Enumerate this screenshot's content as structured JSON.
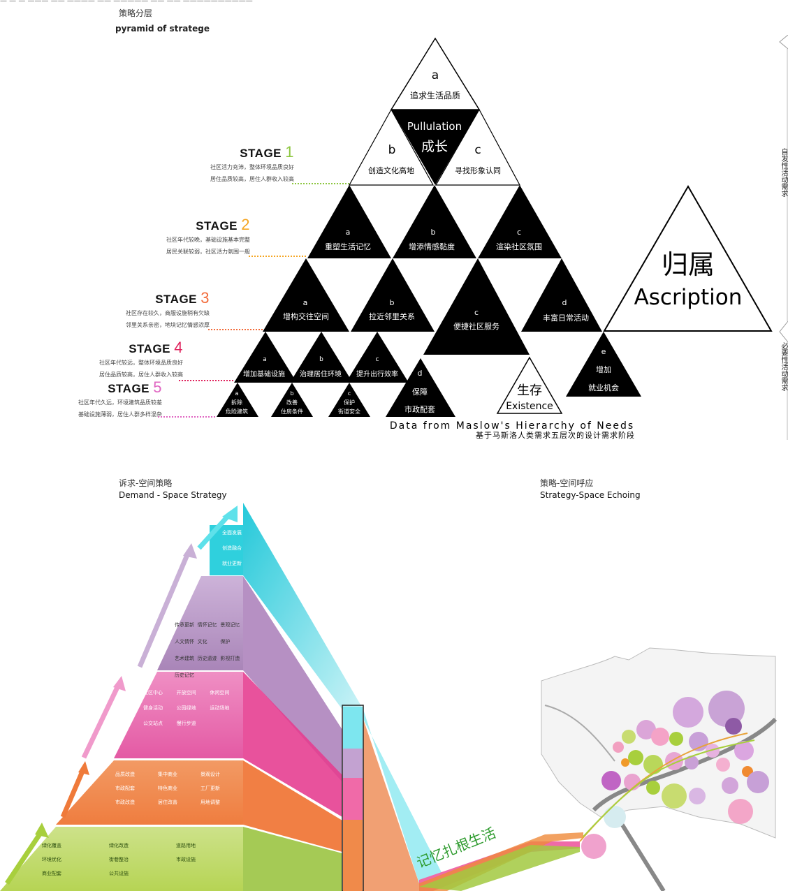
{
  "top_cut_text": "— — — ——— —— ———— —— ————— —— —— ——————————",
  "pyramid": {
    "title_cn": "策略分层",
    "title_en": "pyramid of stratege",
    "top": {
      "letter": "a",
      "label": "追求生活品质"
    },
    "growth": {
      "en": "Pullulation",
      "cn": "成长"
    },
    "row2": [
      {
        "letter": "b",
        "label": "创造文化高地"
      },
      {
        "letter": "c",
        "label": "寻找形象认同"
      }
    ],
    "row3": [
      {
        "letter": "a",
        "label": "重塑生活记忆"
      },
      {
        "letter": "b",
        "label": "增添情感黏度"
      },
      {
        "letter": "c",
        "label": "渲染社区氛围"
      }
    ],
    "row4": [
      {
        "letter": "a",
        "label": "增构交往空间"
      },
      {
        "letter": "b",
        "label": "拉近邻里关系"
      },
      {
        "letter": "c",
        "label": "便捷社区服务"
      },
      {
        "letter": "d",
        "label": "丰富日常活动"
      }
    ],
    "row5": [
      {
        "letter": "a",
        "label": "增加基础设施"
      },
      {
        "letter": "b",
        "label": "治理居住环境"
      },
      {
        "letter": "c",
        "label": "提升出行效率"
      },
      {
        "letter": "e",
        "label1": "增加",
        "label2": "就业机会"
      }
    ],
    "row6": [
      {
        "letter": "a",
        "label1": "拆除",
        "label2": "危险建筑"
      },
      {
        "letter": "b",
        "label1": "改善",
        "label2": "住房条件"
      },
      {
        "letter": "c",
        "label1": "保护",
        "label2": "街道安全"
      },
      {
        "letter": "d",
        "label1": "保障",
        "label2": "市政配套"
      }
    ],
    "existence": {
      "cn": "生存",
      "en": "Existence"
    },
    "ascription": {
      "cn": "归属",
      "en": "Ascription"
    },
    "source_en": "Data from Maslow's Hierarchy of Needs",
    "source_cn": "基于马斯洛人类需求五层次的设计需求阶段"
  },
  "stages": [
    {
      "word": "STAGE",
      "num": "1",
      "color": "#8cc63f",
      "line1": "社区活力充沛，整体环境品质良好",
      "line2": "居住品质较高，居住人群收入较高"
    },
    {
      "word": "STAGE",
      "num": "2",
      "color": "#f5a623",
      "line1": "社区年代较晚，基础设施基本完整",
      "line2": "居民关联较弱，社区活力氛围一般"
    },
    {
      "word": "STAGE",
      "num": "3",
      "color": "#f26b3a",
      "line1": "社区存在较久，商服设施稍有欠缺",
      "line2": "邻里关系亲密，地块记忆情感浓厚"
    },
    {
      "word": "STAGE",
      "num": "4",
      "color": "#e0245e",
      "line1": "社区年代较远，整体环境品质良好",
      "line2": "居住品质较高，居住人群收入较高"
    },
    {
      "word": "STAGE",
      "num": "5",
      "color": "#e066c2",
      "line1": "社区年代久远，环境建筑品质较差",
      "line2": "基础设施薄弱，居住人群多样混杂"
    }
  ],
  "side_labels": {
    "upper": "自发性活动需求",
    "lower": "必要性活动需求"
  },
  "strategy": {
    "left_cn": "诉求-空间策略",
    "left_en": "Demand - Space Strategy",
    "right_cn": "策略-空间呼应",
    "right_en": "Strategy-Space Echoing",
    "slogan": "记忆扎根生活",
    "cyan_items": [
      "全面发展",
      "创造融合",
      "就业更新"
    ],
    "purple_items": [
      "传承更新",
      "情怀记忆",
      "景观记忆",
      "人文情怀",
      "文化",
      "保护",
      "艺术建筑",
      "历史遗迹",
      "影视打造",
      "历史记忆"
    ],
    "pink_items": [
      "社区中心",
      "开放空间",
      "休闲空间",
      "健身活动",
      "公园绿地",
      "运动场地",
      "公交站点",
      "慢行步道"
    ],
    "orange_items": [
      "品质改造",
      "集中商业",
      "景观设计",
      "市政配套",
      "特色商业",
      "工厂更新",
      "市政改造",
      "居住改善",
      "用地调整"
    ],
    "green_items": [
      "绿化覆盖",
      "绿化改造",
      "道路用地",
      "环境优化",
      "街巷整治",
      "市政设施",
      "商业配套",
      "公共设施"
    ]
  },
  "colors": {
    "cyan": "#3fd6e0",
    "purple": "#b58ac4",
    "pink": "#e4559a",
    "orange": "#ef7a3a",
    "lime": "#a8cf3d"
  }
}
